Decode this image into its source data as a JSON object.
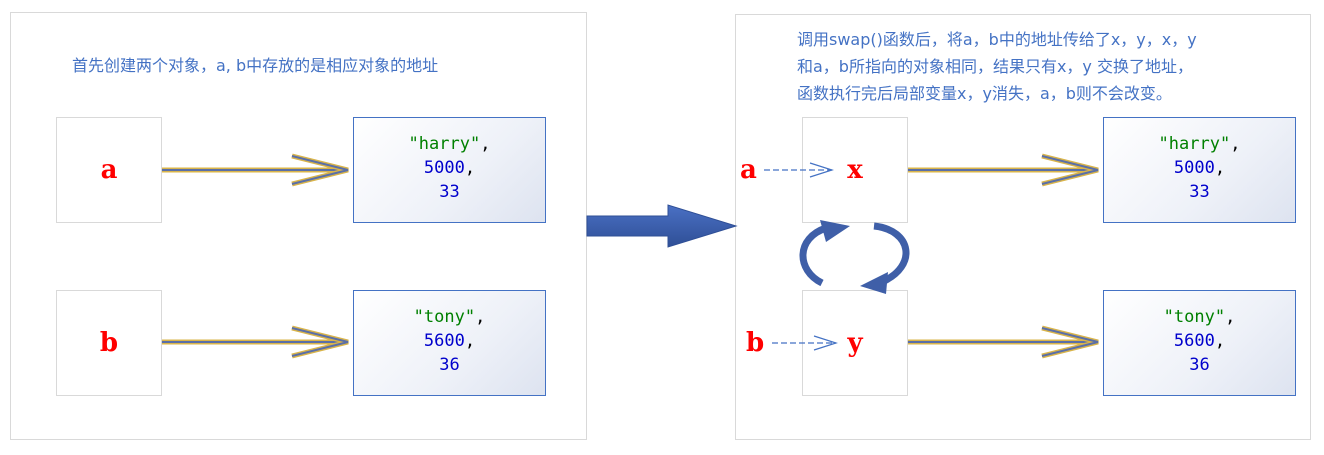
{
  "left": {
    "caption": "首先创建两个对象，a, b中存放的是相应对象的地址",
    "vars": [
      "a",
      "b"
    ],
    "objects": [
      {
        "name": "\"harry\"",
        "name_sep": ",",
        "salary": "5000",
        "salary_sep": ",",
        "age": "33"
      },
      {
        "name": "\"tony\"",
        "name_sep": ",",
        "salary": "5600",
        "salary_sep": ",",
        "age": "36"
      }
    ]
  },
  "right": {
    "caption_lines": [
      "调用swap()函数后，将a，b中的地址传给了x，y，x，y",
      "和a，b所指向的对象相同，结果只有x，y 交换了地址，",
      "函数执行完后局部变量x，y消失，a，b则不会改变。"
    ],
    "outer_vars": [
      "a",
      "b"
    ],
    "local_vars": [
      "x",
      "y"
    ],
    "objects": [
      {
        "name": "\"harry\"",
        "name_sep": ",",
        "salary": "5000",
        "salary_sep": ",",
        "age": "33"
      },
      {
        "name": "\"tony\"",
        "name_sep": ",",
        "salary": "5600",
        "salary_sep": ",",
        "age": "36"
      }
    ]
  },
  "colors": {
    "caption": "#4472c4",
    "variable": "#ff0000",
    "string_literal": "#008000",
    "number_literal": "#0000cc",
    "box_border": "#4472c4",
    "transition_arrow": "#3f64b4"
  }
}
